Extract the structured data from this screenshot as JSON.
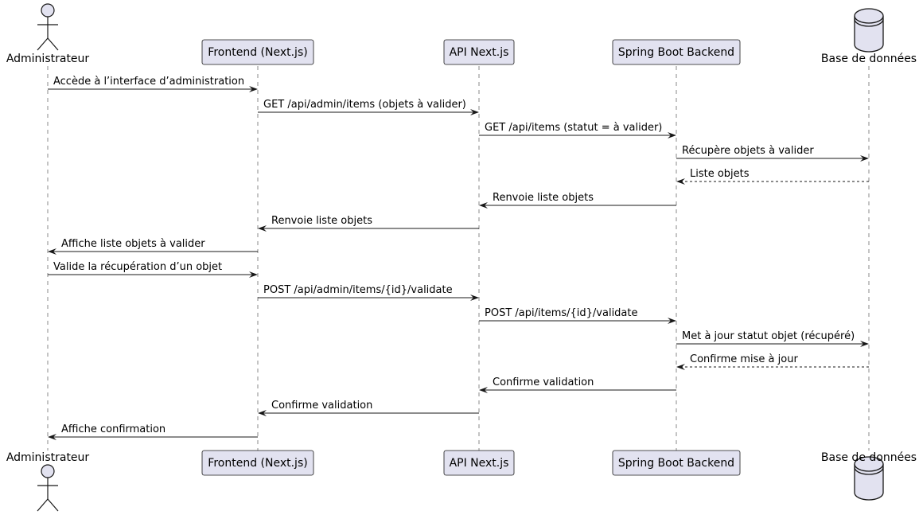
{
  "participants": [
    {
      "id": "admin",
      "kind": "actor",
      "label": "Administrateur"
    },
    {
      "id": "frontend",
      "kind": "box",
      "label": "Frontend (Next.js)"
    },
    {
      "id": "api",
      "kind": "box",
      "label": "API Next.js"
    },
    {
      "id": "backend",
      "kind": "box",
      "label": "Spring Boot Backend"
    },
    {
      "id": "db",
      "kind": "database",
      "label": "Base de données"
    }
  ],
  "messages": [
    {
      "from": "admin",
      "to": "frontend",
      "label": "Accède à l’interface d’administration",
      "style": "solid"
    },
    {
      "from": "frontend",
      "to": "api",
      "label": "GET /api/admin/items (objets à valider)",
      "style": "solid"
    },
    {
      "from": "api",
      "to": "backend",
      "label": "GET /api/items (statut = à valider)",
      "style": "solid"
    },
    {
      "from": "backend",
      "to": "db",
      "label": "Récupère objets à valider",
      "style": "solid"
    },
    {
      "from": "db",
      "to": "backend",
      "label": "Liste objets",
      "style": "dashed"
    },
    {
      "from": "backend",
      "to": "api",
      "label": "Renvoie liste objets",
      "style": "solid"
    },
    {
      "from": "api",
      "to": "frontend",
      "label": "Renvoie liste objets",
      "style": "solid"
    },
    {
      "from": "frontend",
      "to": "admin",
      "label": "Affiche liste objets à valider",
      "style": "solid"
    },
    {
      "from": "admin",
      "to": "frontend",
      "label": "Valide la récupération d’un objet",
      "style": "solid"
    },
    {
      "from": "frontend",
      "to": "api",
      "label": "POST /api/admin/items/{id}/validate",
      "style": "solid"
    },
    {
      "from": "api",
      "to": "backend",
      "label": "POST /api/items/{id}/validate",
      "style": "solid"
    },
    {
      "from": "backend",
      "to": "db",
      "label": "Met à jour statut objet (récupéré)",
      "style": "solid"
    },
    {
      "from": "db",
      "to": "backend",
      "label": "Confirme mise à jour",
      "style": "dashed"
    },
    {
      "from": "backend",
      "to": "api",
      "label": "Confirme validation",
      "style": "solid"
    },
    {
      "from": "api",
      "to": "frontend",
      "label": "Confirme validation",
      "style": "solid"
    },
    {
      "from": "frontend",
      "to": "admin",
      "label": "Affiche confirmation",
      "style": "solid"
    }
  ]
}
